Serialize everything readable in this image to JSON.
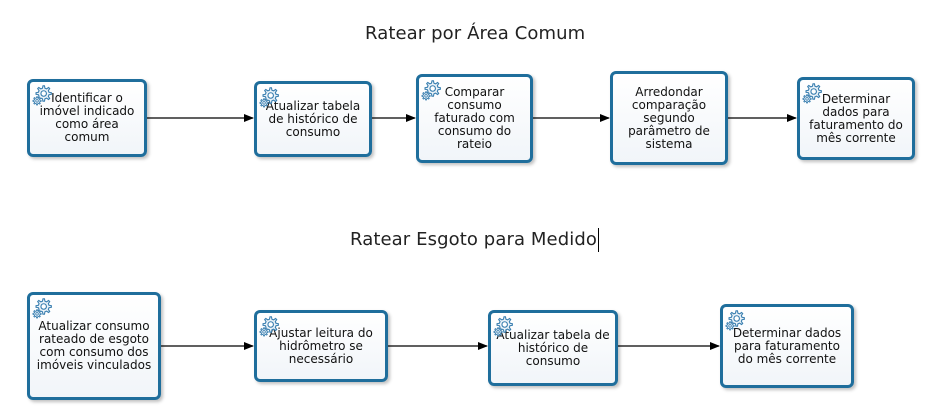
{
  "diagram": {
    "colors": {
      "border": "#1f6e9c",
      "gear": "#3a7fb0",
      "arrow": "#000000"
    },
    "process1": {
      "title": "Ratear por Área Comum",
      "tasks": [
        {
          "label": "Identificar o imóvel indicado como área comum",
          "icon": "gear-icon"
        },
        {
          "label": "Atualizar tabela de histórico de consumo",
          "icon": "gear-icon"
        },
        {
          "label": "Comparar consumo faturado com consumo do rateio",
          "icon": "gear-icon"
        },
        {
          "label": "Arredondar comparação segundo parâmetro de sistema",
          "icon": "gear-icon"
        },
        {
          "label": "Determinar dados para faturamento do mês corrente",
          "icon": "gear-icon"
        }
      ]
    },
    "process2": {
      "title": "Ratear Esgoto para Medido",
      "tasks": [
        {
          "label": "Atualizar consumo rateado de esgoto com consumo dos imóveis vinculados",
          "icon": "gear-icon"
        },
        {
          "label": "Ajustar leitura do hidrômetro se necessário",
          "icon": "gear-icon"
        },
        {
          "label": "Atualizar tabela de histórico de consumo",
          "icon": "gear-icon"
        },
        {
          "label": "Determinar dados para faturamento do mês corrente",
          "icon": "gear-icon"
        }
      ]
    }
  }
}
